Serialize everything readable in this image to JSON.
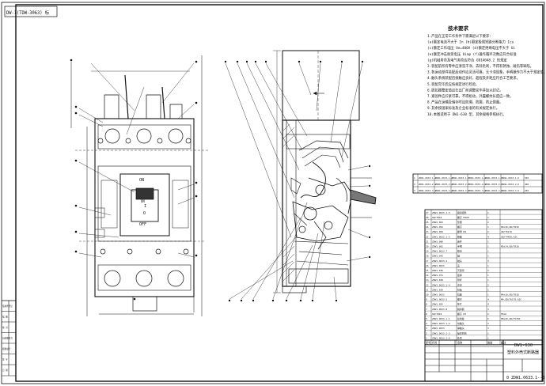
{
  "sheet": {
    "drawing_code": "DW-1(TDW-3063) 标",
    "tech_title": "技术要求",
    "tech_lines": [
      "1.产品在正常工作条件下需满足以下要求：",
      "(a)额定电流不大于 In        (b)额定极限短路分断能力 Icu",
      "(c)额定工作电压 Ue=400V   (d)额定绝缘电压不大于 Ui",
      "(e)额定冲击耐受电压 Uimp   (f)操作循环次数应符合标准",
      "(g)机械寿命及电气寿命应符合 GB14048.2 的规定",
      "2.装配前所有零件应清洗干净，去除毛刺，不得有锈蚀、碰伤等缺陷。",
      "3.各运动部件装配后动作应灵活可靠，无卡滞现象，手柄操作力不大于规定值。",
      "4.触头系统装配后接触应良好，超程及开距应符合工艺要求。",
      "5.装配完毕后应按规定进行检验。",
      "6.脱扣器整定值应在出厂前调整完毕并加以封记。",
      "7.紧固件应拧紧可靠，不得松动，外露螺纹长度应一致。",
      "8.产品在运输及储存时应防潮、防震、防止倒置。",
      "9.其余按国家标准及企业标准的有关规定执行。",
      "10.本图适用于 DW1-630 型，其余规格参照执行。"
    ],
    "front_view": {
      "label_on": "ON",
      "label_i": "I",
      "label_o": "O",
      "label_off": "OFF",
      "label_on2": "ON"
    },
    "title_block": {
      "product_name": "DW1-630",
      "product_desc": "塑料外壳式断路器",
      "drawing_number": "0  ZDW1.0633.1--0"
    },
    "revision_table": [
      [
        "1",
        "ZDW1.0633.1-1",
        "ZDW1.0633.1-2",
        "ZDW1.0633.1-3",
        "ZDW1.0633.1-4",
        "ZDW1.0633.1-5",
        "ZDW1.0633.1-6",
        "630"
      ],
      [
        "2",
        "ZDW1.0633.2-1",
        "ZDW1.0633.2-2",
        "ZDW1.0633.2-3",
        "ZDW1.0633.2-4",
        "ZDW1.0633.2-5",
        "ZDW1.0633.2-6",
        "400"
      ],
      [
        "3",
        "ZDW1.0633.3-1",
        "ZDW1.0633.3-2",
        "ZDW1.0633.3-3",
        "ZDW1.0633.3-4",
        "ZDW1.0633.3-5",
        "ZDW1.0633.3-6",
        "250"
      ]
    ],
    "bom_rows": [
      [
        "27",
        "ZDW1.0633.1-5",
        "锁扣组件",
        "1",
        ""
      ],
      [
        "26",
        "GB/T818",
        "螺钉 M4X8",
        "2",
        ""
      ],
      [
        "25",
        "ZDW1.063",
        "垫圈",
        "2",
        ""
      ],
      [
        "24",
        "ZDW1.052",
        "螺钉",
        "1",
        "M4x16,GB/T818"
      ],
      [
        "23",
        "ZDW1.059",
        "螺母 M4",
        "2",
        "GB/T6170"
      ],
      [
        "22",
        "ZDW1.0633.1-5",
        "弹簧",
        "4",
        "GB/T4459,A2C"
      ],
      [
        "21",
        "ZDW1.080",
        "连杆",
        "1",
        ""
      ],
      [
        "20",
        "ZDW1.081",
        "手柄",
        "1",
        "M5x14,GB/T818"
      ],
      [
        "19",
        "ZDW1.0633.7",
        "框架",
        "1",
        ""
      ],
      [
        "18",
        "ZDW1.042",
        "轴",
        "1",
        ""
      ],
      [
        "17",
        "ZDW1.0633.2",
        "触头",
        "3",
        ""
      ],
      [
        "16",
        "ZDW1.0633",
        "盖",
        "1",
        ""
      ],
      [
        "15",
        "ZDW1.036",
        "灭弧罩",
        "3",
        ""
      ],
      [
        "14",
        "ZDW1.071",
        "底座",
        "1",
        ""
      ],
      [
        "13",
        "ZDW1.030",
        "导杆",
        "1",
        ""
      ],
      [
        "12",
        "ZDW1.0633.1-4",
        "支架",
        "2",
        ""
      ],
      [
        "11",
        "ZDW1.029",
        "扣板",
        "1",
        ""
      ],
      [
        "10",
        "ZDW1.0633",
        "拉簧",
        "1",
        "M4x10,GB/T818"
      ],
      [
        "9",
        "ZDW1.0633.5",
        "螺钉",
        "4",
        "M4,GB/T6170,A2C"
      ],
      [
        "8",
        "ZDW1.055",
        "垫片",
        "4",
        ""
      ],
      [
        "7",
        "ZDW1.0633.8",
        "脱扣器",
        "3",
        ""
      ],
      [
        "6",
        "GB/T819",
        "螺钉 M3",
        "2",
        "M3x6"
      ],
      [
        "5",
        "ZDW1.0633.1-1",
        "接线板",
        "6",
        "M8x20,GB/T5783"
      ],
      [
        "4",
        "ZDW1.0633.1-2",
        "动触头",
        "3",
        ""
      ],
      [
        "3",
        "ZDW1.0633",
        "静触头",
        "3",
        ""
      ],
      [
        "2",
        "ZDW1.0633.1-3",
        "操作机构",
        "1",
        ""
      ],
      [
        "1",
        "ZDW1.0633.1-4",
        "外壳",
        "1",
        ""
      ]
    ],
    "bom_header": [
      "序号",
      "代号",
      "名称",
      "数量",
      "备注"
    ],
    "left_strip_labels": [
      "借用件登记",
      "描 图",
      "校 对",
      "旧底图总号",
      "底图总号",
      "签 字",
      "日 期"
    ]
  }
}
